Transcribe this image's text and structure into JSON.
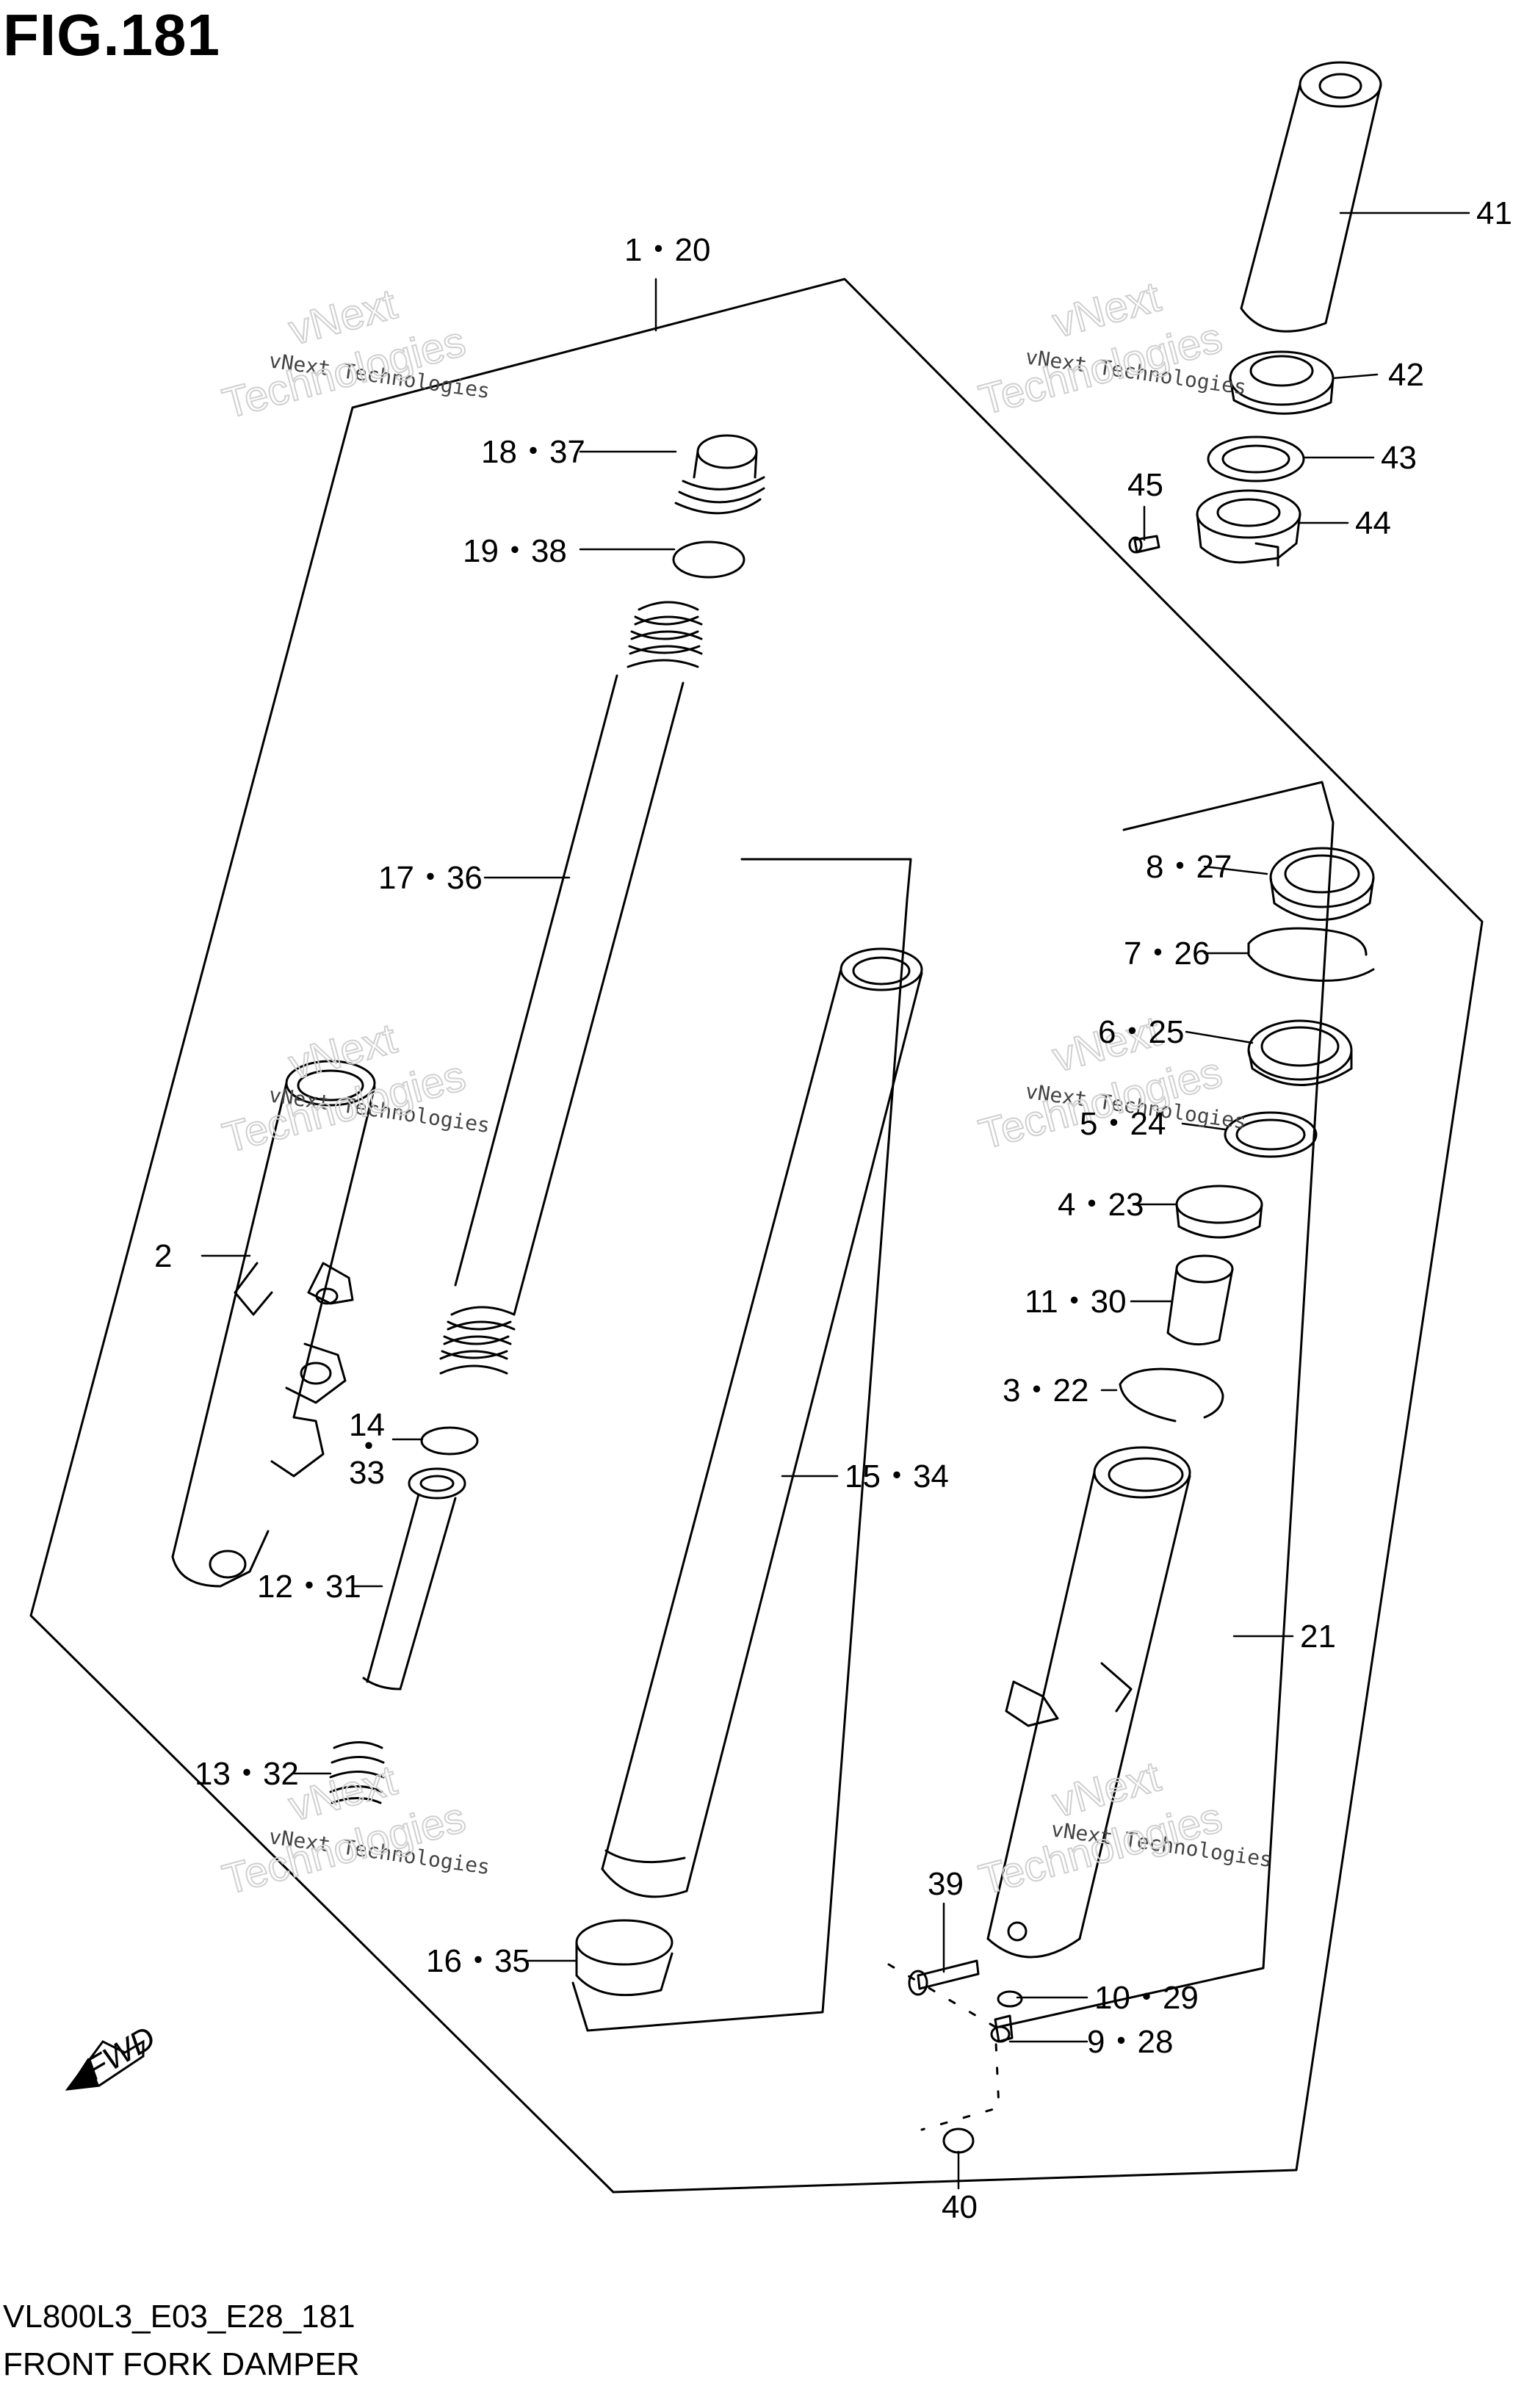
{
  "figure": {
    "title": "FIG.181",
    "code": "VL800L3_E03_E28_181",
    "name": "FRONT FORK DAMPER"
  },
  "fwd_label": "FWD",
  "watermark": {
    "line1": "vNext Technologies",
    "line2": "Technologies",
    "line3": "vNext"
  },
  "labels": {
    "p1_20": "1・20",
    "p2": "2",
    "p3_22": "3・22",
    "p4_23": "4・23",
    "p5_24": "5・24",
    "p6_25": "6・25",
    "p7_26": "7・26",
    "p8_27": "8・27",
    "p9_28": "9・28",
    "p10_29": "10・29",
    "p11_30": "11・30",
    "p12_31": "12・31",
    "p13_32": "13・32",
    "p14": "14",
    "p14_dot": "・",
    "p33": "33",
    "p15_34": "15・34",
    "p16_35": "16・35",
    "p17_36": "17・36",
    "p18_37": "18・37",
    "p19_38": "19・38",
    "p21": "21",
    "p39": "39",
    "p40": "40",
    "p41": "41",
    "p42": "42",
    "p43": "43",
    "p44": "44",
    "p45": "45"
  },
  "colors": {
    "line": "#000000",
    "watermark": "#c8c8c8"
  }
}
